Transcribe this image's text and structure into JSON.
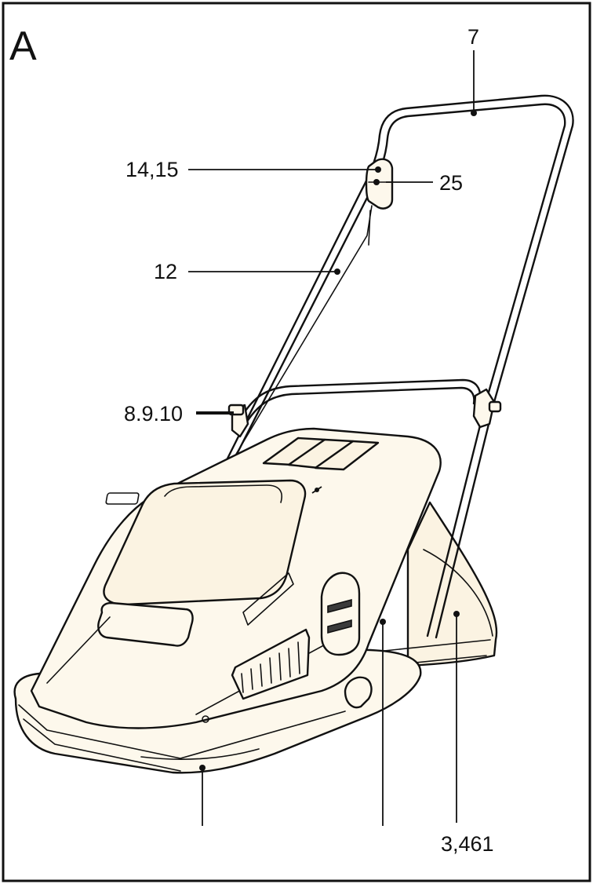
{
  "figure_letter": "A",
  "callouts": {
    "c7": "7",
    "c14_15": "14,15",
    "c25": "25",
    "c12": "12",
    "c8_9_10": "8.9.10",
    "c3_461": "3,461"
  }
}
